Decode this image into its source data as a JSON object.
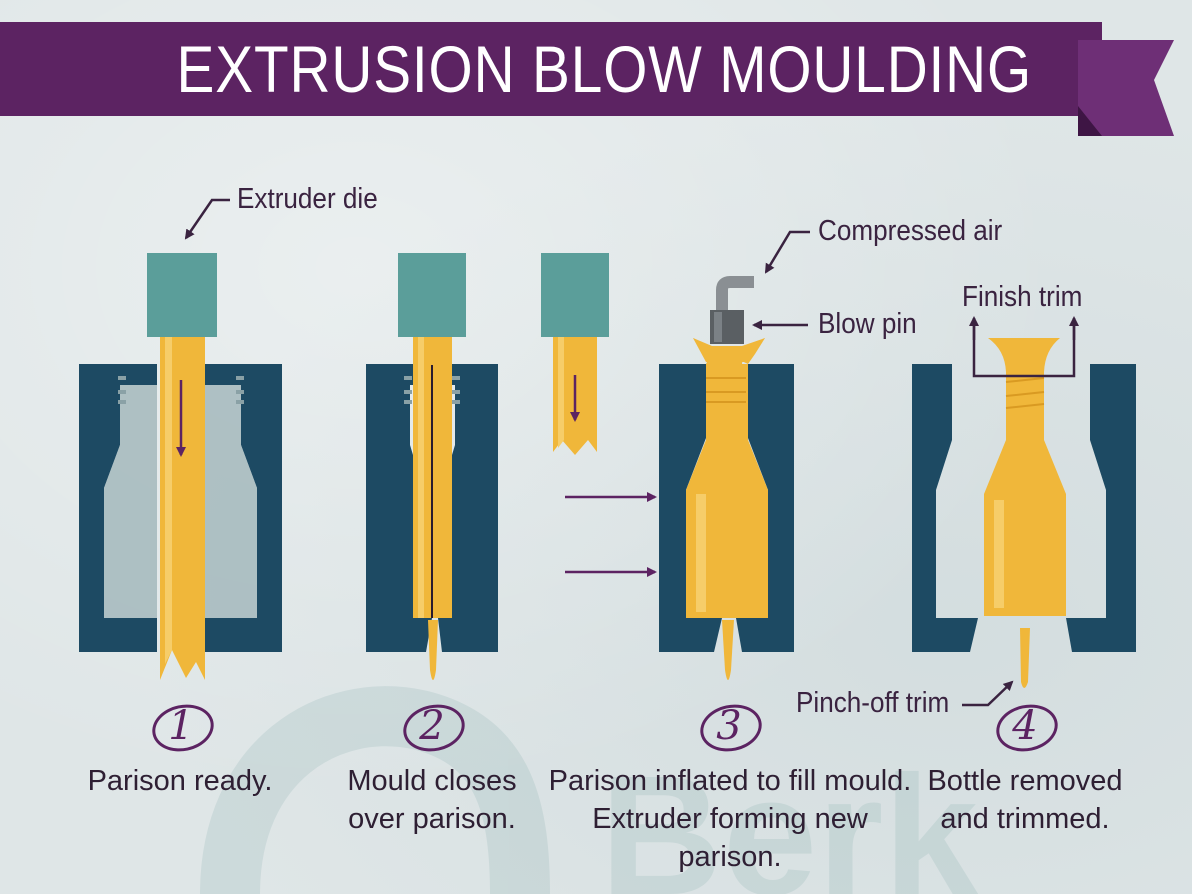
{
  "title": "EXTRUSION BLOW MOULDING",
  "colors": {
    "banner": "#5c2362",
    "mould": "#1d4a63",
    "die": "#5b9e9a",
    "parison": "#f0b73a",
    "arrow": "#5c2362",
    "background": "#dfe6e7"
  },
  "labels": {
    "extruder_die": "Extruder die",
    "compressed_air": "Compressed air",
    "blow_pin": "Blow pin",
    "finish_trim": "Finish trim",
    "pinch_off_trim": "Pinch-off trim"
  },
  "steps": [
    {
      "number": "1",
      "caption_lines": [
        "Parison ready."
      ]
    },
    {
      "number": "2",
      "caption_lines": [
        "Mould closes",
        "over parison."
      ]
    },
    {
      "number": "3",
      "caption_lines": [
        "Parison inflated to fill mould.",
        "Extruder forming new parison."
      ]
    },
    {
      "number": "4",
      "caption_lines": [
        "Bottle removed",
        "and trimmed."
      ]
    }
  ]
}
